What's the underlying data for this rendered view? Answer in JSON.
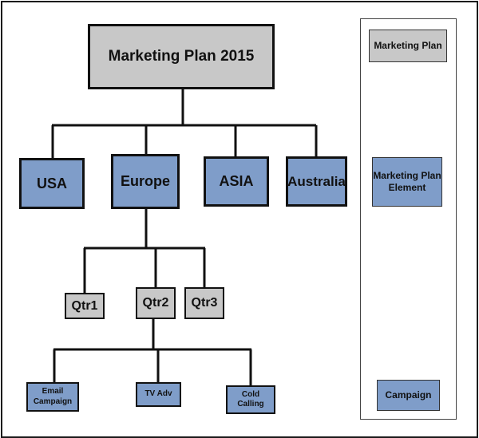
{
  "chart": {
    "root": "Marketing Plan 2015",
    "regions": [
      "USA",
      "Europe",
      "ASIA",
      "Australia"
    ],
    "quarters": [
      "Qtr1",
      "Qtr2",
      "Qtr3"
    ],
    "campaigns": [
      "Email Campaign",
      "TV Adv",
      "Cold Calling"
    ]
  },
  "legend": {
    "plan": "Marketing Plan",
    "element": "Marketing Plan Element",
    "campaign": "Campaign"
  },
  "colors": {
    "plan_fill": "#c8c8c8",
    "element_fill": "#7f9dc9",
    "line": "#111111"
  }
}
